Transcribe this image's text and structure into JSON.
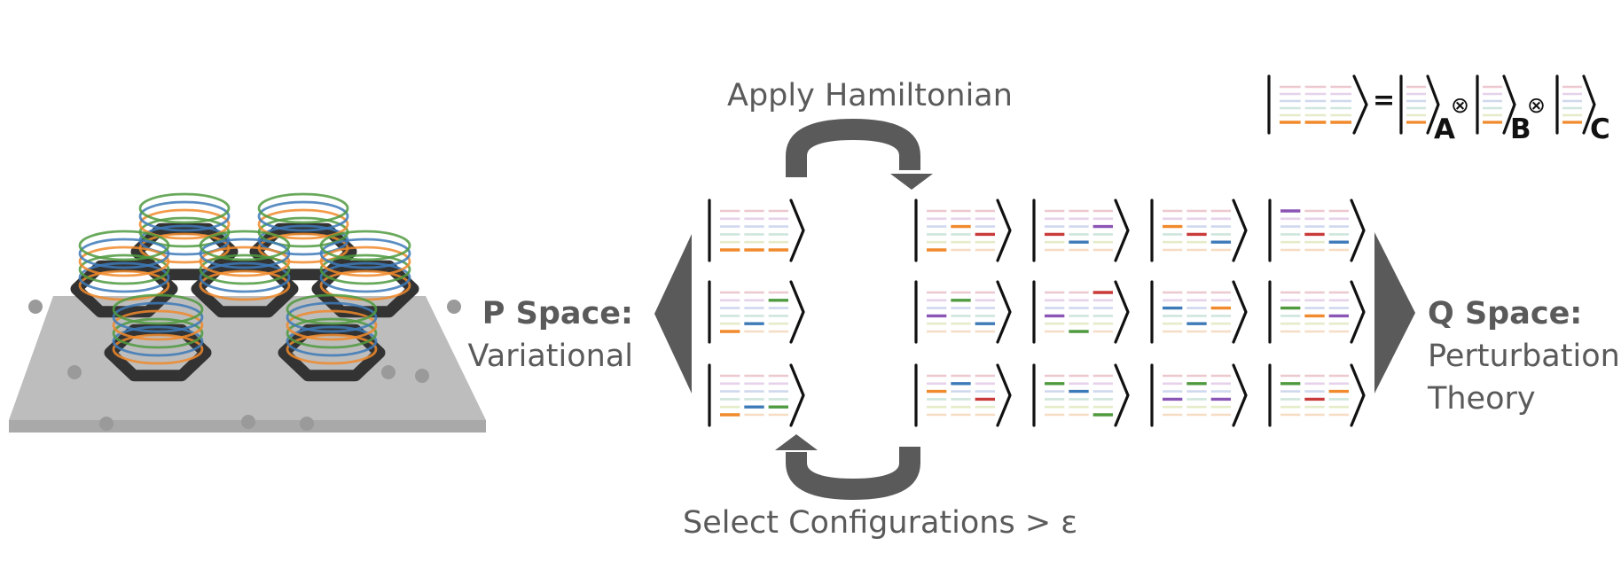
{
  "labels": {
    "apply_hamiltonian": "Apply Hamiltonian",
    "select_configurations": "Select Configurations > ε",
    "p_space_title": "P Space:",
    "p_space_subtitle": "Variational",
    "q_space_title": "Q Space:",
    "q_space_line1": "Perturbation",
    "q_space_line2": "Theory"
  },
  "equation": {
    "equals": "=",
    "tensor": "⊗",
    "fragments": [
      "A",
      "B",
      "C"
    ]
  },
  "colors": {
    "text": "#5a5a5a",
    "arrow": "#5a5a5a",
    "ket": "#111111",
    "orange": "#f08a2c",
    "blue": "#3d7ab8",
    "red": "#c93a3a",
    "green": "#4f9a3f",
    "purple": "#8b55b5",
    "line_colors": [
      "#ecc8cf",
      "#e6d2ea",
      "#cfd8ee",
      "#cfe6dc",
      "#e4ecc9",
      "#f6dcc3"
    ],
    "substrate": "#bdbdbd",
    "molecule": "#333333",
    "hydrogen": "#9a9a9a"
  }
}
